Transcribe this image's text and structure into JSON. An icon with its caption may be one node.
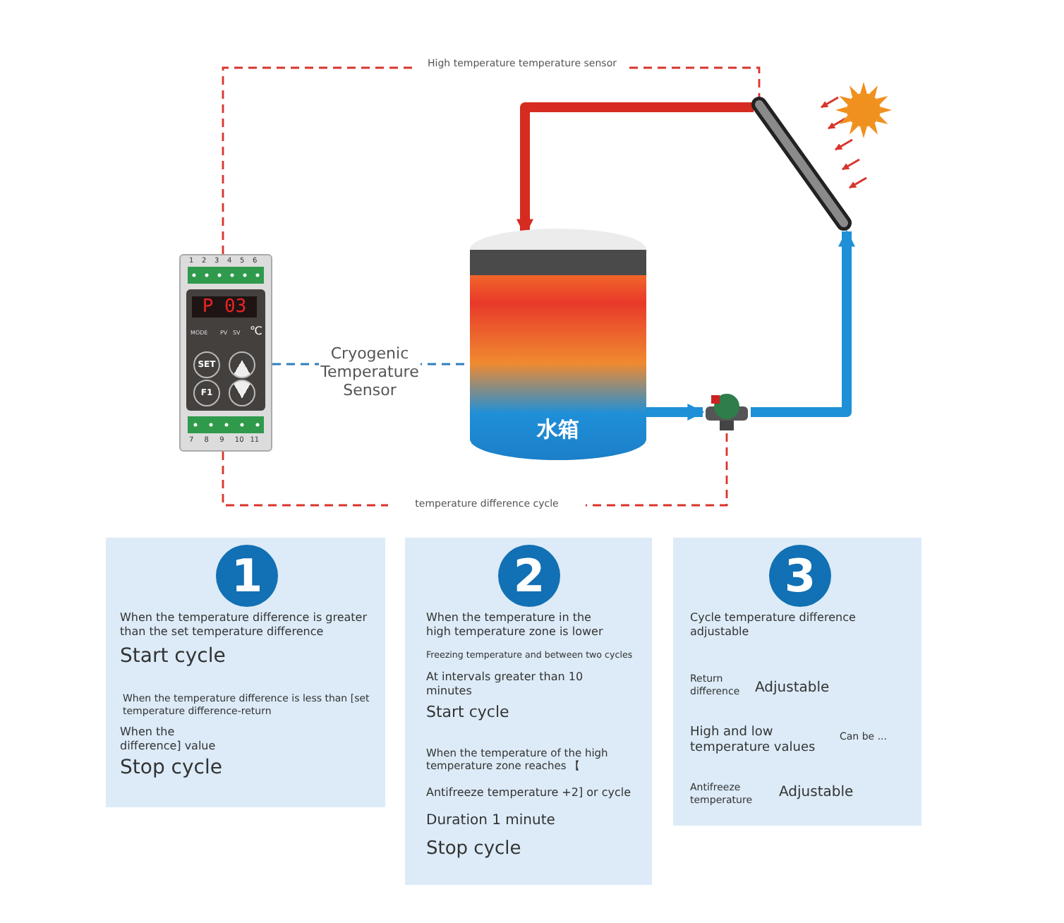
{
  "diagram": {
    "nodes": [
      {
        "text": [
          "P 03",
          "MODE",
          "PV",
          "SV",
          "℃",
          "SET",
          "F1"
        ]
      },
      {
        "text": [
          "水箱"
        ]
      },
      {
        "text": [],
        "shape": "picture"
      },
      {
        "text": [],
        "shape": "picture"
      },
      {
        "text": [
          "1",
          "When the temperature difference is greater than the set temperature difference",
          "Start cycle",
          "When the temperature difference is less than [set temperature difference-return",
          "When the difference] value",
          "Stop cycle"
        ]
      },
      {
        "text": [
          "2",
          "When the temperature in the high temperature zone is lower",
          "Freezing temperature and between two cycles",
          "At intervals greater than 10 minutes",
          "Start cycle",
          "When the temperature of the high temperature zone reaches 【",
          "Antifreeze temperature +2] or cycle",
          "Duration 1 minute",
          "Stop cycle"
        ]
      },
      {
        "text": [
          "3",
          "Cycle temperature difference adjustable",
          "Return difference",
          "Adjustable",
          "High and low temperature values",
          "Can be ...",
          "Antifreeze temperature",
          "Adjustable"
        ]
      }
    ],
    "edges": [
      {
        "from": 0,
        "to": 2,
        "arrow": "none",
        "label": "High temperature temperature sensor",
        "style": "dashed",
        "color": "#d9342b"
      },
      {
        "from": 0,
        "to": 1,
        "arrow": "none",
        "label": "Cryogenic Temperature Sensor",
        "style": "dashed",
        "color": "#2f7fbf"
      },
      {
        "from": 0,
        "to": 3,
        "arrow": "none",
        "label": "temperature difference cycle",
        "style": "dashed",
        "color": "#d9342b"
      },
      {
        "from": 2,
        "to": 1,
        "arrow": "to",
        "style": "thick",
        "color": "#d62b20"
      },
      {
        "from": 1,
        "to": 3,
        "arrow": "to",
        "style": "thick",
        "color": "#1e90d8"
      },
      {
        "from": 3,
        "to": 2,
        "arrow": "to",
        "style": "thick",
        "color": "#1e90d8"
      }
    ],
    "labels": [
      "1",
      "2",
      "3",
      "4",
      "5",
      "6",
      "7",
      "8",
      "9",
      "10",
      "11"
    ]
  }
}
